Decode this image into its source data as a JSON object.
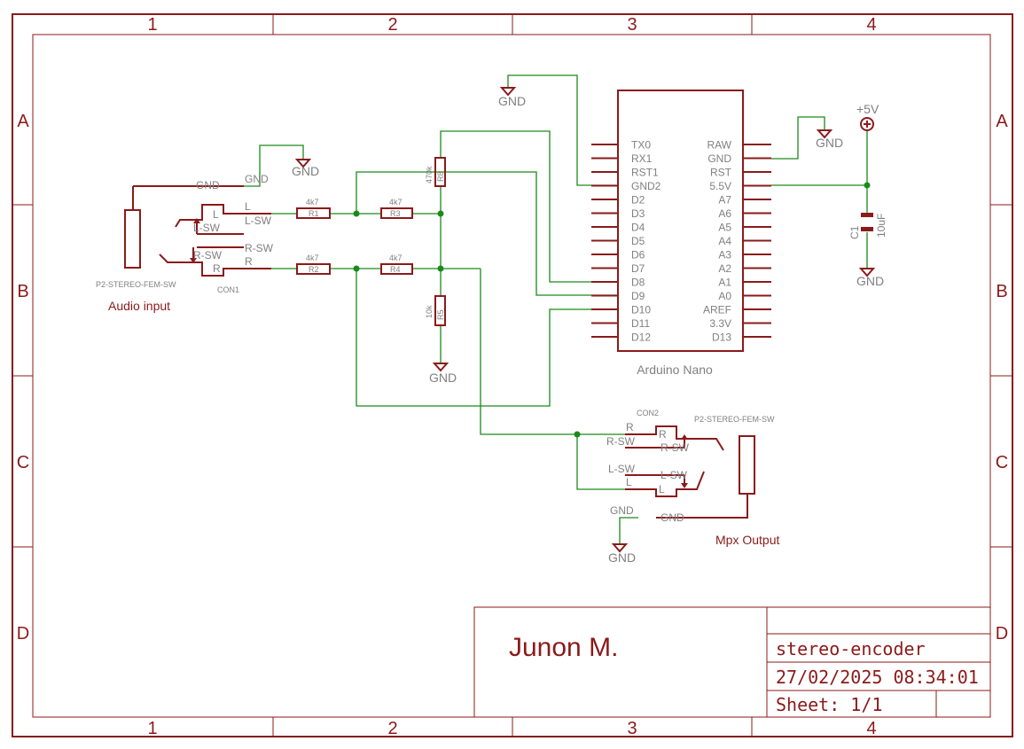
{
  "frame": {
    "columns": [
      "1",
      "2",
      "3",
      "4"
    ],
    "rows": [
      "A",
      "B",
      "C",
      "D"
    ]
  },
  "title_block": {
    "author": "Junon M.",
    "project": "stereo-encoder",
    "datetime": "27/02/2025 08:34:01",
    "sheet": "Sheet: 1/1"
  },
  "arduino": {
    "name": "Arduino Nano",
    "left_pins": [
      "TX0",
      "RX1",
      "RST1",
      "GND2",
      "D2",
      "D3",
      "D4",
      "D5",
      "D6",
      "D7",
      "D8",
      "D9",
      "D10",
      "D11",
      "D12"
    ],
    "right_pins": [
      "RAW",
      "GND",
      "RST",
      "5.5V",
      "A7",
      "A6",
      "A5",
      "A4",
      "A3",
      "A2",
      "A1",
      "A0",
      "AREF",
      "3.3V",
      "D13"
    ]
  },
  "input_jack": {
    "part": "P2-STEREO-FEM-SW",
    "ref": "CON1",
    "caption": "Audio input",
    "gnd": "GND",
    "l": "L",
    "lsw": "L-SW",
    "rsw": "R-SW",
    "r": "R"
  },
  "output_jack": {
    "part": "P2-STEREO-FEM-SW",
    "ref": "CON2",
    "caption": "Mpx Output",
    "gnd": "GND",
    "l": "L",
    "lsw": "L-SW",
    "rsw": "R-SW",
    "r": "R"
  },
  "resistors": [
    {
      "ref": "R1",
      "value": "4k7"
    },
    {
      "ref": "R2",
      "value": "4k7"
    },
    {
      "ref": "R3",
      "value": "4k7"
    },
    {
      "ref": "R4",
      "value": "4k7"
    },
    {
      "ref": "R5",
      "value": "10k"
    },
    {
      "ref": "R8",
      "value": "470k"
    }
  ],
  "capacitor": {
    "ref": "C1",
    "value": "10uF"
  },
  "power": {
    "vcc": "+5V",
    "gnd": "GND"
  }
}
